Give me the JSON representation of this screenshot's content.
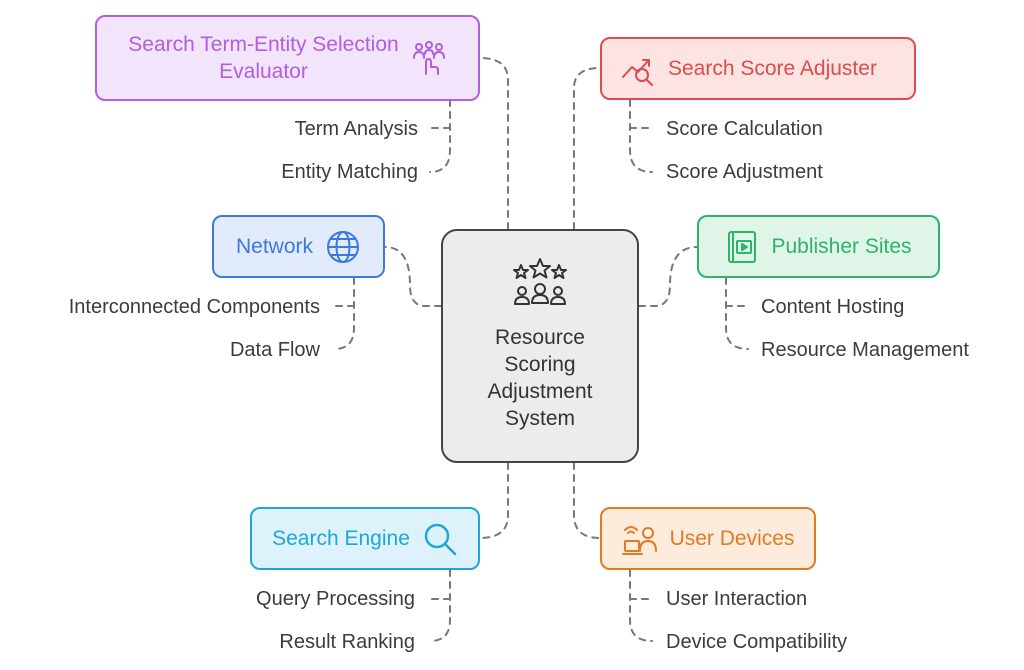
{
  "center": {
    "title_lines": [
      "Resource",
      "Scoring",
      "Adjustment",
      "System"
    ],
    "icon": "people-stars-icon"
  },
  "nodes": {
    "term_entity": {
      "title_lines": [
        "Search Term-Entity Selection",
        "Evaluator"
      ],
      "icon": "crowd-hand-icon",
      "color": "#b35ee0",
      "fill": "#f2e4fb",
      "items": [
        "Term Analysis",
        "Entity Matching"
      ]
    },
    "score_adjuster": {
      "title": "Search Score Adjuster",
      "icon": "chart-search-icon",
      "color": "#dd4b4b",
      "fill": "#fde4e2",
      "items": [
        "Score Calculation",
        "Score Adjustment"
      ]
    },
    "network": {
      "title": "Network",
      "icon": "globe-icon",
      "color": "#3d78e0",
      "fill": "#e1ebfb",
      "items": [
        "Interconnected Components",
        "Data Flow"
      ]
    },
    "publisher": {
      "title": "Publisher Sites",
      "icon": "book-video-icon",
      "color": "#2fb36a",
      "fill": "#dff5e8",
      "items": [
        "Content Hosting",
        "Resource Management"
      ]
    },
    "search_engine": {
      "title": "Search Engine",
      "icon": "magnifier-icon",
      "color": "#1fa6d8",
      "fill": "#ddf2fb",
      "items": [
        "Query Processing",
        "Result Ranking"
      ]
    },
    "user_devices": {
      "title": "User Devices",
      "icon": "user-laptop-icon",
      "color": "#e07b22",
      "fill": "#fdebdc",
      "items": [
        "User Interaction",
        "Device Compatibility"
      ]
    }
  }
}
